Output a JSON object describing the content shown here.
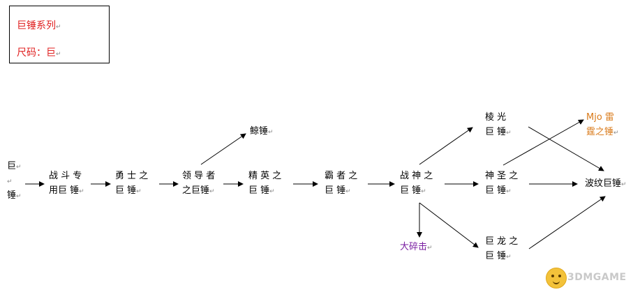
{
  "info_box": {
    "line1": "巨锤系列",
    "line2": "尺码：巨",
    "color": "#e02020"
  },
  "paragraph_mark": "↵",
  "nodes": {
    "hammer": {
      "l1": "巨",
      "l2": "",
      "l3": "锤"
    },
    "combat": {
      "l1": "战 斗 专",
      "l2": "用巨 锤"
    },
    "warrior": {
      "l1": "勇 士 之",
      "l2": "巨  锤"
    },
    "leader": {
      "l1": "领 导 者",
      "l2": "之巨锤"
    },
    "whale": {
      "l1": "鲸锤"
    },
    "elite": {
      "l1": "精 英 之",
      "l2": "巨  锤"
    },
    "overlord": {
      "l1": "霸 者 之",
      "l2": "巨  锤"
    },
    "wargod": {
      "l1": "战 神 之",
      "l2": "巨  锤"
    },
    "prism": {
      "l1": "棱    光",
      "l2": "巨  锤"
    },
    "holy": {
      "l1": "神 圣 之",
      "l2": "巨  锤"
    },
    "dragon": {
      "l1": "巨 龙 之",
      "l2": "巨  锤"
    },
    "mjolnir": {
      "l1": "Mjo  雷",
      "l2": "霆之锤",
      "color": "#d97a1a"
    },
    "ripple": {
      "l1": "波纹巨锤"
    },
    "smash": {
      "l1": "大碎击",
      "color": "#7a1fa2"
    }
  },
  "watermark": {
    "text": "3DMGAME",
    "icon": "mascot-face-icon"
  }
}
